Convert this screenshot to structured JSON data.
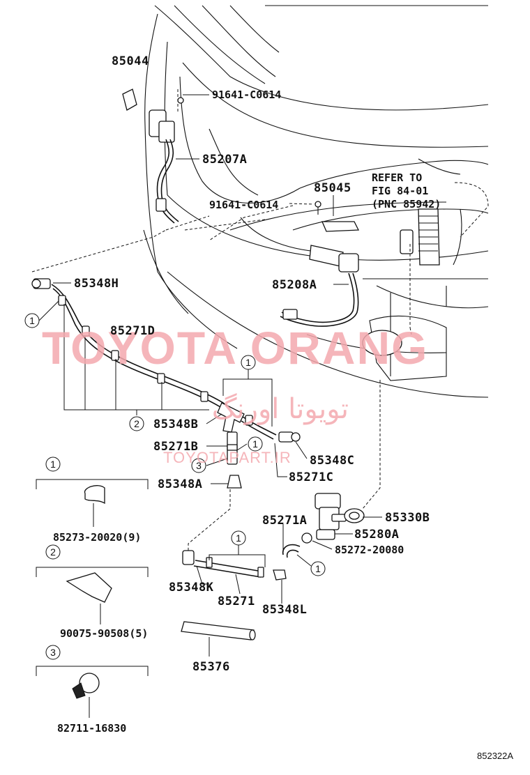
{
  "labels": {
    "p85044": "85044",
    "p91641_top": "91641-C0614",
    "p85207A": "85207A",
    "p85045": "85045",
    "p91641_mid": "91641-C0614",
    "refer1": "REFER TO",
    "refer2": "FIG 84-01",
    "refer3": "(PNC 85942)",
    "p85348H": "85348H",
    "p85208A": "85208A",
    "p85271D": "85271D",
    "p85348B": "85348B",
    "p85271B": "85271B",
    "p85348C": "85348C",
    "p85348A": "85348A",
    "p85271C": "85271C",
    "p85273": "85273-20020(9)",
    "p85271A": "85271A",
    "p85330B": "85330B",
    "p85280A": "85280A",
    "p85272": "85272-20080",
    "p90075": "90075-90508(5)",
    "p85348K": "85348K",
    "p85271": "85271",
    "p85348L": "85348L",
    "p85376": "85376",
    "p82711": "82711-16830"
  },
  "callouts": {
    "one": "1",
    "two": "2",
    "three": "3"
  },
  "watermark": {
    "brand": "TOYOTA ORANG",
    "arabic": "تويوتا اورنگ",
    "url": "TOYOTAPART.IR"
  },
  "figure_id": "852322A",
  "colors": {
    "line": "#111111",
    "watermark": "#f4a9ae",
    "background": "#ffffff"
  }
}
